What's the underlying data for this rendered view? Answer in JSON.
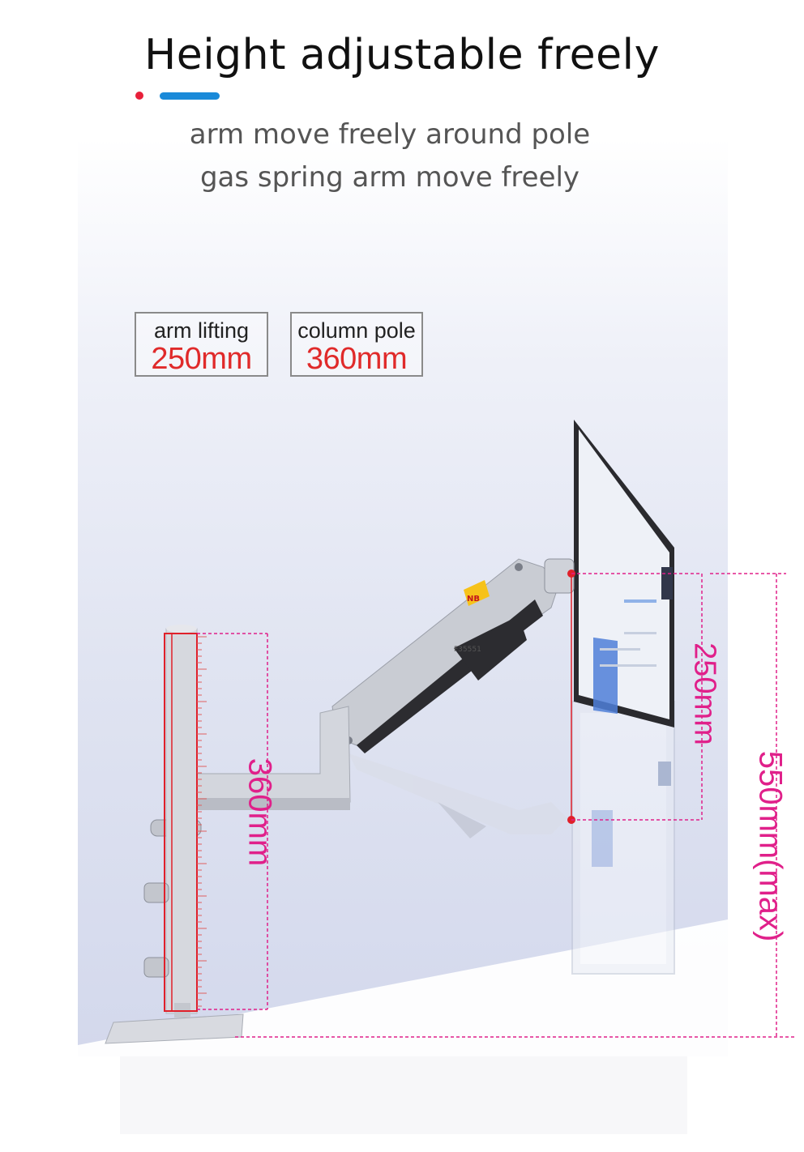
{
  "header": {
    "title": "Height adjustable freely",
    "subtitle_line1": "arm move freely around pole",
    "subtitle_line2": "gas spring arm move freely"
  },
  "specs": {
    "arm_lifting": {
      "label": "arm lifting",
      "value": "250mm"
    },
    "column_pole": {
      "label": "column pole",
      "value": "360mm"
    }
  },
  "dimensions": {
    "pole_height": "360mm",
    "arm_lift": "250mm",
    "max_height": "550mm(max)"
  },
  "product": {
    "brand_mark": "NB",
    "model": "F35551"
  },
  "colors": {
    "accent_red": "#e8203a",
    "accent_blue": "#1a8ad9",
    "spec_value": "#e02a2a",
    "dimension_line": "#e0208a"
  }
}
